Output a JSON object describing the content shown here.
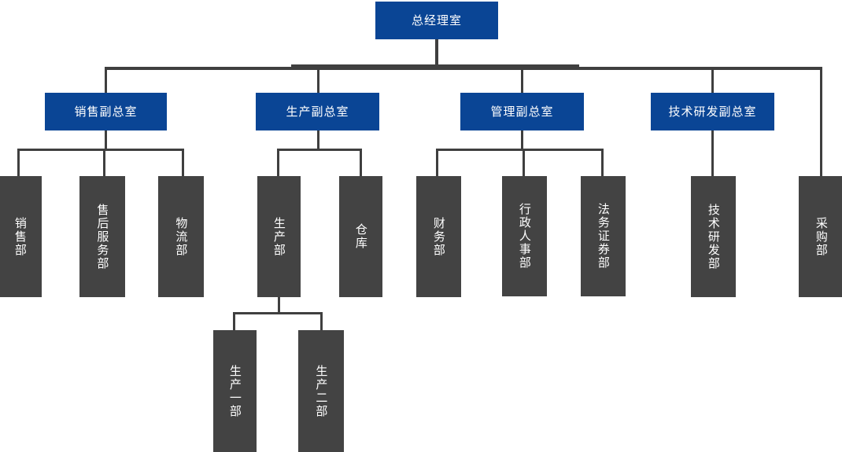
{
  "chart_data": {
    "type": "diagram",
    "diagram_type": "organization-chart",
    "title": "",
    "orientation": "top-down",
    "colors": {
      "executive_box": "#0a4595",
      "department_box": "#434343",
      "connector": "#3f3f3f",
      "text": "#ffffff",
      "background": "#ffffff"
    },
    "levels": [
      {
        "level": 0,
        "nodes": [
          {
            "id": "gm",
            "label": "总经理室",
            "style": "executive"
          }
        ]
      },
      {
        "level": 1,
        "nodes": [
          {
            "id": "vp_sales",
            "label": "销售副总室",
            "style": "executive",
            "parent": "gm"
          },
          {
            "id": "vp_production",
            "label": "生产副总室",
            "style": "executive",
            "parent": "gm"
          },
          {
            "id": "vp_management",
            "label": "管理副总室",
            "style": "executive",
            "parent": "gm"
          },
          {
            "id": "vp_rnd",
            "label": "技术研发副总室",
            "style": "executive",
            "parent": "gm"
          }
        ]
      },
      {
        "level": 2,
        "nodes": [
          {
            "id": "d_sales",
            "label": "销售部",
            "style": "department",
            "parent": "vp_sales"
          },
          {
            "id": "d_aftersales",
            "label": "售后服务部",
            "style": "department",
            "parent": "vp_sales"
          },
          {
            "id": "d_logistics",
            "label": "物流部",
            "style": "department",
            "parent": "vp_sales"
          },
          {
            "id": "d_production",
            "label": "生产部",
            "style": "department",
            "parent": "vp_production"
          },
          {
            "id": "d_warehouse",
            "label": "仓库",
            "style": "department",
            "parent": "vp_production"
          },
          {
            "id": "d_finance",
            "label": "财务部",
            "style": "department",
            "parent": "vp_management"
          },
          {
            "id": "d_hr",
            "label": "行政人事部",
            "style": "department",
            "parent": "vp_management"
          },
          {
            "id": "d_legal",
            "label": "法务证券部",
            "style": "department",
            "parent": "vp_management"
          },
          {
            "id": "d_rnd",
            "label": "技术研发部",
            "style": "department",
            "parent": "vp_rnd"
          },
          {
            "id": "d_purchase",
            "label": "采购部",
            "style": "department",
            "parent": "gm"
          }
        ]
      },
      {
        "level": 3,
        "nodes": [
          {
            "id": "d_prod1",
            "label": "生产一部",
            "style": "department",
            "parent": "d_production"
          },
          {
            "id": "d_prod2",
            "label": "生产二部",
            "style": "department",
            "parent": "d_production"
          }
        ]
      }
    ]
  },
  "nodes": {
    "gm": {
      "label": "总经理室"
    },
    "vp_sales": {
      "label": "销售副总室"
    },
    "vp_production": {
      "label": "生产副总室"
    },
    "vp_management": {
      "label": "管理副总室"
    },
    "vp_rnd": {
      "label": "技术研发副总室"
    },
    "d_sales": {
      "label": "销售部"
    },
    "d_aftersales": {
      "label": "售后服务部"
    },
    "d_logistics": {
      "label": "物流部"
    },
    "d_production": {
      "label": "生产部"
    },
    "d_warehouse": {
      "label": "仓库"
    },
    "d_finance": {
      "label": "财务部"
    },
    "d_hr": {
      "label": "行政人事部"
    },
    "d_legal": {
      "label": "法务证券部"
    },
    "d_rnd": {
      "label": "技术研发部"
    },
    "d_purchase": {
      "label": "采购部"
    },
    "d_prod1": {
      "label": "生产一部"
    },
    "d_prod2": {
      "label": "生产二部"
    }
  }
}
